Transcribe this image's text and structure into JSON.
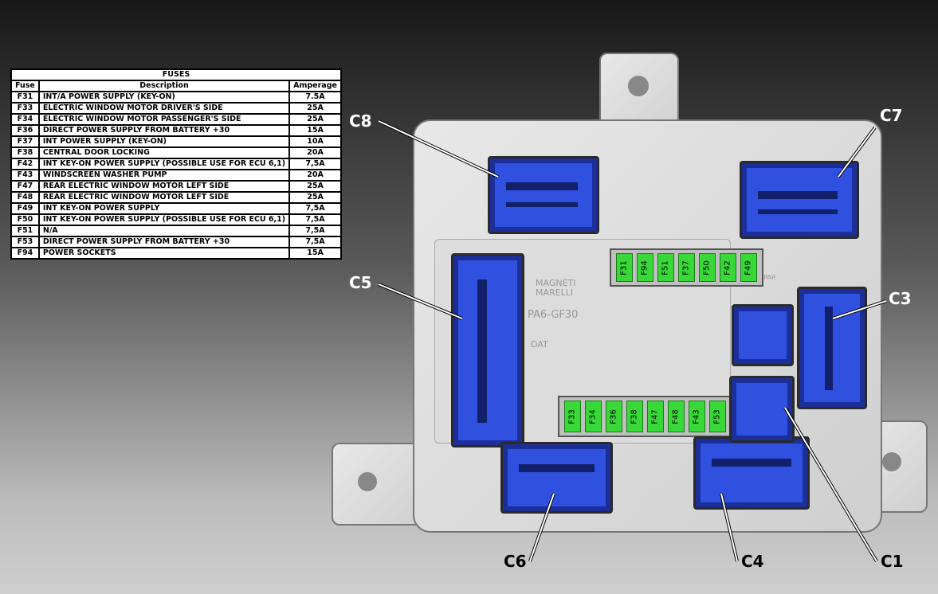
{
  "table": {
    "title": "FUSES",
    "headers": {
      "fuse": "Fuse",
      "description": "Description",
      "amperage": "Amperage"
    },
    "rows": [
      {
        "fuse": "F31",
        "description": "INT/A POWER SUPPLY (KEY-ON)",
        "amperage": "7.5A"
      },
      {
        "fuse": "F33",
        "description": "ELECTRIC WINDOW MOTOR DRIVER'S SIDE",
        "amperage": "25A"
      },
      {
        "fuse": "F34",
        "description": "ELECTRIC WINDOW MOTOR PASSENGER'S SIDE",
        "amperage": "25A"
      },
      {
        "fuse": "F36",
        "description": "DIRECT POWER SUPPLY FROM BATTERY +30",
        "amperage": "15A"
      },
      {
        "fuse": "F37",
        "description": "INT POWER SUPPLY (KEY-ON)",
        "amperage": "10A"
      },
      {
        "fuse": "F38",
        "description": "CENTRAL DOOR LOCKING",
        "amperage": "20A"
      },
      {
        "fuse": "F42",
        "description": "INT KEY-ON POWER SUPPLY (POSSIBLE USE FOR ECU 6,1)",
        "amperage": "7,5A"
      },
      {
        "fuse": "F43",
        "description": "WINDSCREEN WASHER PUMP",
        "amperage": "20A"
      },
      {
        "fuse": "F47",
        "description": "REAR ELECTRIC WINDOW MOTOR LEFT SIDE",
        "amperage": "25A"
      },
      {
        "fuse": "F48",
        "description": "REAR ELECTRIC WINDOW MOTOR LEFT SIDE",
        "amperage": "25A"
      },
      {
        "fuse": "F49",
        "description": "INT KEY-ON POWER SUPPLY",
        "amperage": "7,5A"
      },
      {
        "fuse": "F50",
        "description": "INT KEY-ON POWER SUPPLY (POSSIBLE USE FOR ECU 6,1)",
        "amperage": "7,5A"
      },
      {
        "fuse": "F51",
        "description": "N/A",
        "amperage": "7,5A"
      },
      {
        "fuse": "F53",
        "description": "DIRECT POWER SUPPLY FROM BATTERY +30",
        "amperage": "7,5A"
      },
      {
        "fuse": "F94",
        "description": "POWER SOCKETS",
        "amperage": "15A"
      }
    ]
  },
  "diagram": {
    "top_fuses": [
      "F31",
      "F94",
      "F51",
      "F37",
      "F50",
      "F42",
      "F49"
    ],
    "bottom_fuses": [
      "F33",
      "F34",
      "F36",
      "F38",
      "F47",
      "F48",
      "F43",
      "F53"
    ],
    "connectors": {
      "c8": "C8",
      "c7": "C7",
      "c5": "C5",
      "c3": "C3",
      "c6": "C6",
      "c4": "C4",
      "c1": "C1"
    },
    "embossed": {
      "brand": "MAGNETI MARELLI",
      "material": "PA6-GF30",
      "dat": "DAT",
      "mopar": "MOPAR"
    }
  },
  "colors": {
    "connector": "#3050e0",
    "fuse": "#38d838"
  }
}
